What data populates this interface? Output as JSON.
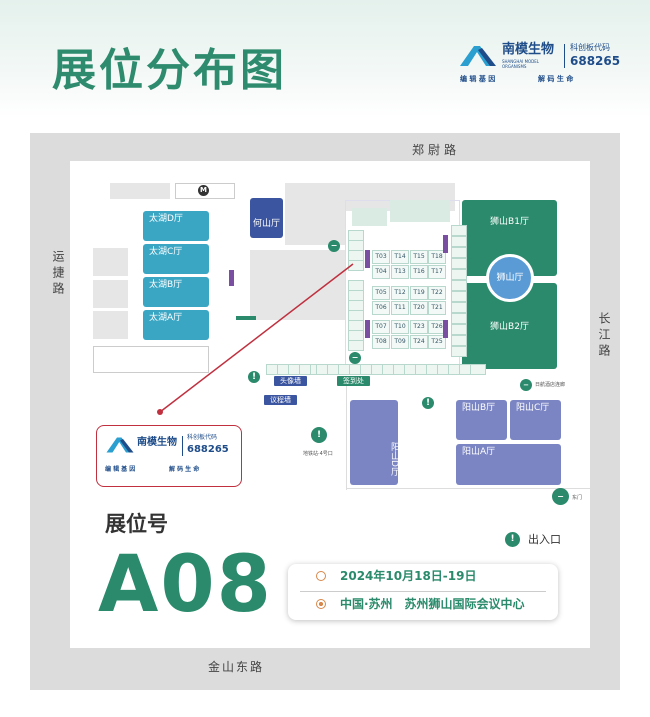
{
  "header": {
    "title": "展位分布图"
  },
  "logo": {
    "name": "南模生物",
    "sub": "SHANGHAI MODEL ORGANISMS",
    "board": "科创板代码",
    "code": "688265",
    "slogan_left": "编 辑 基 因",
    "slogan_right": "解 码 生 命"
  },
  "roads": {
    "top": "郑尉路",
    "left": "运捷路",
    "right": "长江路",
    "bottom": "金山东路"
  },
  "halls": {
    "taihu_d": "太湖D厅",
    "taihu_c": "太湖C厅",
    "taihu_b": "太湖B厅",
    "taihu_a": "太湖A厅",
    "heshan": "何山厅",
    "shishan_b1": "狮山B1厅",
    "shishan": "狮山厅",
    "shishan_b2": "狮山B2厅",
    "yangshan_d": "阳山D厅",
    "yangshan_b": "阳山B厅",
    "yangshan_c": "阳山C厅",
    "yangshan_a": "阳山A厅"
  },
  "tbooths": [
    "T03",
    "T14",
    "T15",
    "T18",
    "T04",
    "T13",
    "T16",
    "T17",
    "T05",
    "T12",
    "T19",
    "T22",
    "T06",
    "T11",
    "T20",
    "T21",
    "T07",
    "T10",
    "T23",
    "T26",
    "T08",
    "T09",
    "T24",
    "T25"
  ],
  "tags": {
    "photo_wall": "头像墙",
    "checkin": "签到处",
    "agenda_wall": "议程墙"
  },
  "labels": {
    "metro": "地铁站·4号口",
    "hotel": "日航酒店连廊",
    "east_gate": "东门",
    "highlight_booth": "A08"
  },
  "legend": {
    "entrance": "出入口"
  },
  "booth": {
    "label": "展位号",
    "number": "A08"
  },
  "event": {
    "date": "2024年10月18日-19日",
    "location": "中国·苏州　苏州狮山国际会议中心"
  },
  "colors": {
    "brand_green": "#2e8b6e",
    "taihu": "#3aa6c4",
    "yangshan": "#7b85c4",
    "heshan": "#3b55a0",
    "highlight": "#c0303f"
  }
}
